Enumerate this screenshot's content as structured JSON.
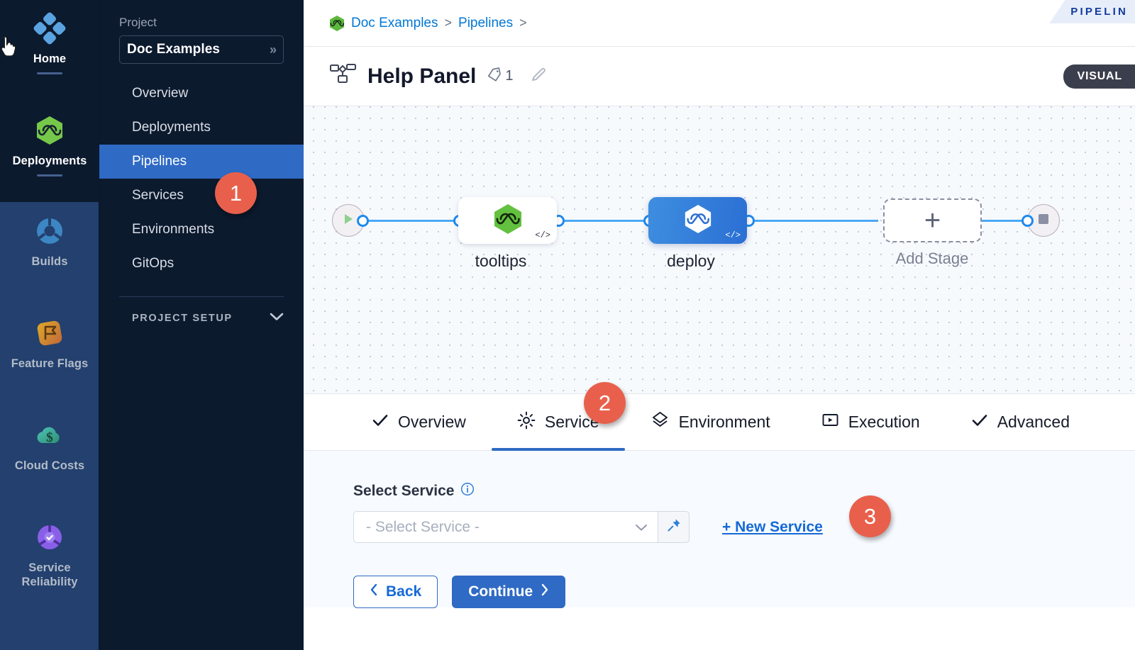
{
  "rail": {
    "items": [
      {
        "label": "Home",
        "icon": "home-diamond-icon",
        "active": true
      },
      {
        "label": "Deployments",
        "icon": "deployments-hex-icon",
        "active": true
      },
      {
        "label": "Builds",
        "icon": "builds-icon",
        "active": false
      },
      {
        "label": "Feature Flags",
        "icon": "feature-flags-icon",
        "active": false
      },
      {
        "label": "Cloud Costs",
        "icon": "cloud-costs-icon",
        "active": false
      },
      {
        "label": "Service Reliability",
        "icon": "service-reliability-icon",
        "active": false
      }
    ]
  },
  "sidebar": {
    "project_label": "Project",
    "project_name": "Doc Examples",
    "expand_icon": "double-chevron-right-icon",
    "items": [
      {
        "label": "Overview",
        "active": false
      },
      {
        "label": "Deployments",
        "active": false
      },
      {
        "label": "Pipelines",
        "active": true
      },
      {
        "label": "Services",
        "active": false
      },
      {
        "label": "Environments",
        "active": false
      },
      {
        "label": "GitOps",
        "active": false
      }
    ],
    "setup_label": "PROJECT SETUP",
    "setup_chevron": "chevron-down-icon"
  },
  "breadcrumb": {
    "org_icon": "harness-hex-green-icon",
    "items": [
      "Doc Examples",
      "Pipelines"
    ],
    "separator": ">",
    "trailing_separator": ">"
  },
  "header": {
    "pipeline_icon": "pipeline-nodes-icon",
    "title": "Help Panel",
    "tag_icon": "tag-icon",
    "tag_count": "1",
    "edit_icon": "pencil-icon",
    "corner_tab": "PIPELIN",
    "mode_badge": "VISUAL"
  },
  "canvas": {
    "start_icon": "play-icon",
    "end_icon": "stop-square-icon",
    "stages": [
      {
        "label": "tooltips",
        "icon": "harness-hex-green-icon",
        "code_badge": "</>",
        "selected": false
      },
      {
        "label": "deploy",
        "icon": "harness-hex-white-icon",
        "code_badge": "</>",
        "selected": true
      }
    ],
    "add_stage": {
      "label": "Add Stage",
      "plus": "+"
    }
  },
  "tabs": [
    {
      "label": "Overview",
      "icon": "check-icon",
      "active": false
    },
    {
      "label": "Service",
      "icon": "gear-icon",
      "active": true
    },
    {
      "label": "Environment",
      "icon": "layers-icon",
      "active": false
    },
    {
      "label": "Execution",
      "icon": "play-box-icon",
      "active": false
    },
    {
      "label": "Advanced",
      "icon": "check-icon",
      "active": false
    }
  ],
  "form": {
    "label": "Select Service",
    "info_icon": "info-icon",
    "select_value": "- Select Service -",
    "select_chevron": "chevron-down-icon",
    "pin_icon": "pin-icon",
    "new_service_link": "+ New Service",
    "back_button": "Back",
    "back_icon": "chevron-left-icon",
    "continue_button": "Continue",
    "continue_icon": "chevron-right-icon"
  },
  "callouts": [
    {
      "number": "1"
    },
    {
      "number": "2"
    },
    {
      "number": "3"
    }
  ],
  "colors": {
    "accent_blue": "#2f6ac4",
    "link_blue": "#1569d6",
    "callout_red": "#e8604c",
    "harness_green": "#6ec144",
    "rail_dark": "#0c1a2e",
    "rail_blue": "#23406e"
  }
}
